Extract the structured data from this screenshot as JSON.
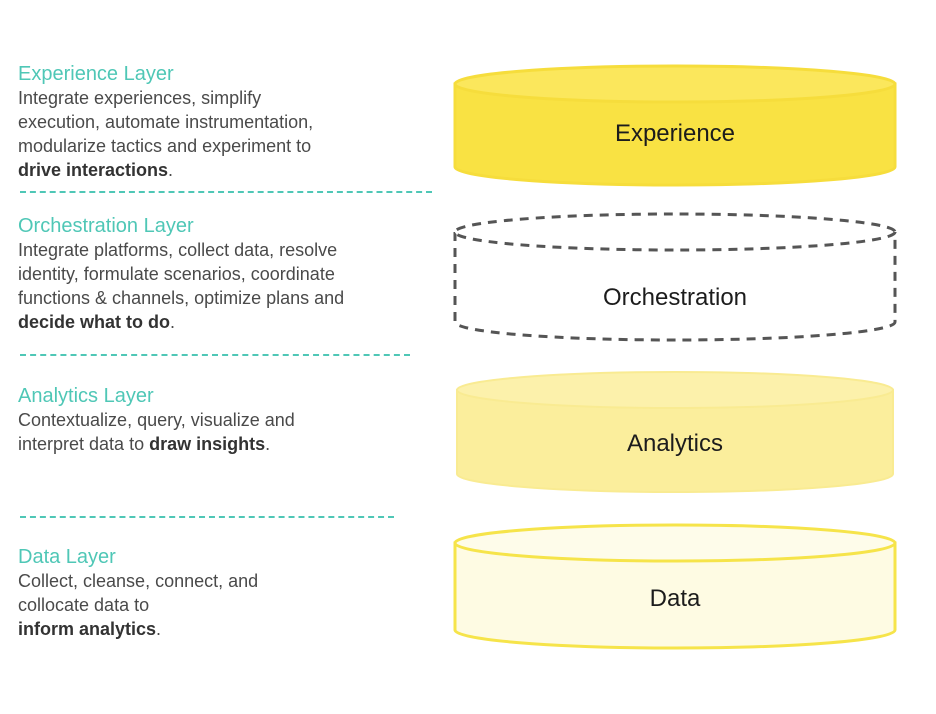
{
  "layers": [
    {
      "title": "Experience Layer",
      "lines": [
        "Integrate experiences, simplify",
        "execution, automate instrumentation,",
        "modularize tactics and experiment to"
      ],
      "bold": "drive interactions",
      "tail": ".",
      "cylinder_label": "Experience",
      "fill": "#fae44e",
      "stroke": "#f6dd3c",
      "style": "solid"
    },
    {
      "title": "Orchestration Layer",
      "lines": [
        "Integrate platforms, collect data, resolve",
        "identity, formulate scenarios, coordinate",
        "functions & channels, optimize plans and"
      ],
      "bold": "decide what to do",
      "tail": ".",
      "cylinder_label": "Orchestration",
      "fill": "#ffffff",
      "stroke": "#555555",
      "style": "dashed"
    },
    {
      "title": "Analytics Layer",
      "lines": [
        "Contextualize, query, visualize and"
      ],
      "lead": "interpret data to ",
      "bold": "draw insights",
      "tail": ".",
      "cylinder_label": "Analytics",
      "fill": "#fbee9c",
      "stroke": "#f9eb92",
      "style": "solid"
    },
    {
      "title": "Data Layer",
      "lines": [
        "Collect, cleanse, connect, and",
        "collocate data to"
      ],
      "bold": "inform analytics",
      "tail": ".",
      "cylinder_label": "Data",
      "fill": "#fefbe3",
      "stroke": "#f6e44a",
      "style": "outline"
    }
  ],
  "colors": {
    "accent": "#4fc7b6",
    "body_text": "#4a4a4a"
  }
}
